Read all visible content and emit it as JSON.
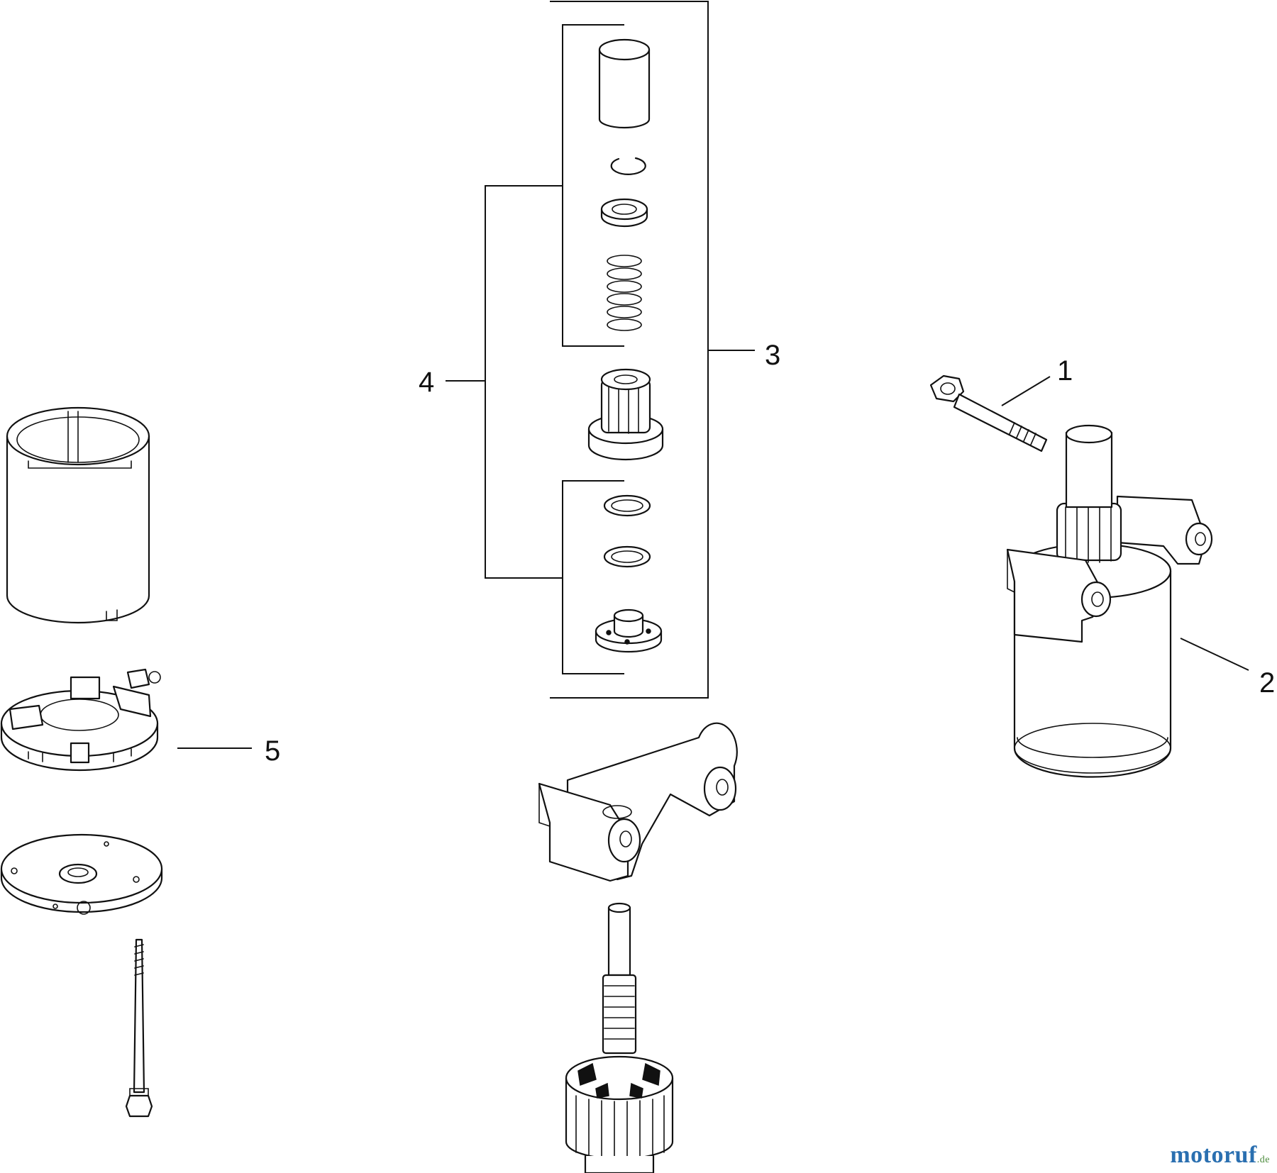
{
  "callouts": {
    "c1": "1",
    "c2": "2",
    "c3": "3",
    "c4": "4",
    "c5": "5"
  },
  "watermark": {
    "name": "motoruf",
    "suffix": ".de",
    "colors": {
      "primary": "#2a6fb0",
      "accent": "#4a8a3a"
    }
  },
  "icons": {
    "bolt": "through-bolt-icon",
    "starter": "starter-motor-icon",
    "drive_kit": "drive-kit-icon",
    "housing": "motor-housing-icon",
    "brush_holder": "brush-holder-icon",
    "end_plate": "end-plate-icon",
    "end_cap": "end-cap-icon",
    "armature": "armature-icon"
  }
}
